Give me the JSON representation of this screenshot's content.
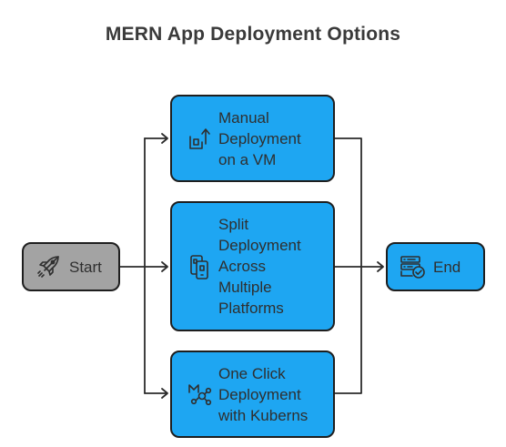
{
  "title": "MERN App Deployment Options",
  "nodes": {
    "start": {
      "label": "Start",
      "icon": "rocket-icon",
      "color": "#a3a3a3"
    },
    "manual": {
      "label": "Manual\nDeployment\non a VM",
      "icon": "cube-export-icon",
      "color": "#1ea6f2"
    },
    "split": {
      "label": "Split\nDeployment\nAcross\nMultiple\nPlatforms",
      "icon": "split-devices-icon",
      "color": "#1ea6f2"
    },
    "oneclick": {
      "label": "One Click\nDeployment\nwith Kuberns",
      "icon": "network-nodes-icon",
      "color": "#1ea6f2"
    },
    "end": {
      "label": "End",
      "icon": "server-check-icon",
      "color": "#1ea6f2"
    }
  },
  "edges": [
    {
      "from": "start",
      "to": "manual"
    },
    {
      "from": "start",
      "to": "split"
    },
    {
      "from": "start",
      "to": "oneclick"
    },
    {
      "from": "manual",
      "to": "end"
    },
    {
      "from": "split",
      "to": "end"
    },
    {
      "from": "oneclick",
      "to": "end"
    }
  ]
}
